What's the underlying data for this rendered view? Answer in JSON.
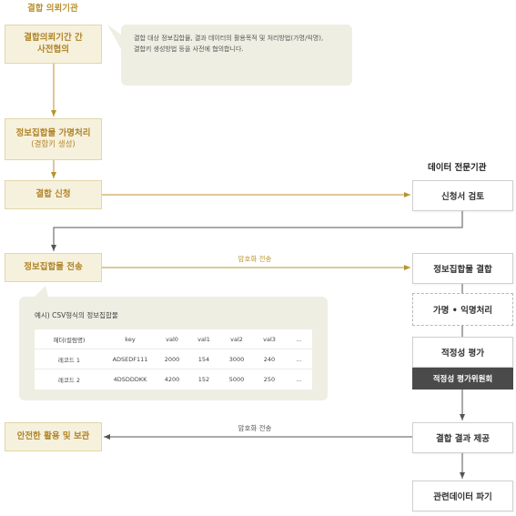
{
  "headings": {
    "left": "결합 의뢰기관",
    "right": "데이터 전문기관"
  },
  "left_steps": [
    {
      "title": "결합의뢰기간 간",
      "title2": "사전협의"
    },
    {
      "title": "정보집합물 가명처리",
      "sub": "(결합키 생성)"
    },
    {
      "title": "결합 신청"
    },
    {
      "title": "정보집합물 전송"
    },
    {
      "title": "안전한 활용 및 보관"
    }
  ],
  "note": {
    "line1": "결합 대상 정보집합물, 결과 데이터의 활용목적 및 처리방법(가명/익명),",
    "line2": "결합키 생성방법 등을 사전에 협의합니다."
  },
  "right_steps": {
    "review": "신청서 검토",
    "combine": "정보집합물 결합",
    "pseudo": "가명 • 익명처리",
    "adequacy": "적정성 평가",
    "committee": "적정성 평가위원회",
    "provide": "결합 결과 제공",
    "destroy": "관련데이터 파기"
  },
  "labels": {
    "encrypted_send_1": "암호화 전송",
    "encrypted_send_2": "암호화 전송"
  },
  "example": {
    "title": "예시) CSV형식의 정보집합물",
    "headers": [
      "헤더(컬럼명)",
      "key",
      "val0",
      "val1",
      "val2",
      "val3",
      "..."
    ],
    "rows": [
      [
        "레코드 1",
        "ADSEDF111",
        "2000",
        "154",
        "3000",
        "240",
        "..."
      ],
      [
        "레코드 2",
        "4DSDDDKK",
        "4200",
        "152",
        "5000",
        "250",
        "..."
      ]
    ]
  },
  "colors": {
    "gold": "#b8932e",
    "gold_fill": "#f6f1dc",
    "dark": "#4a4a4a",
    "panel": "#efeee3"
  }
}
